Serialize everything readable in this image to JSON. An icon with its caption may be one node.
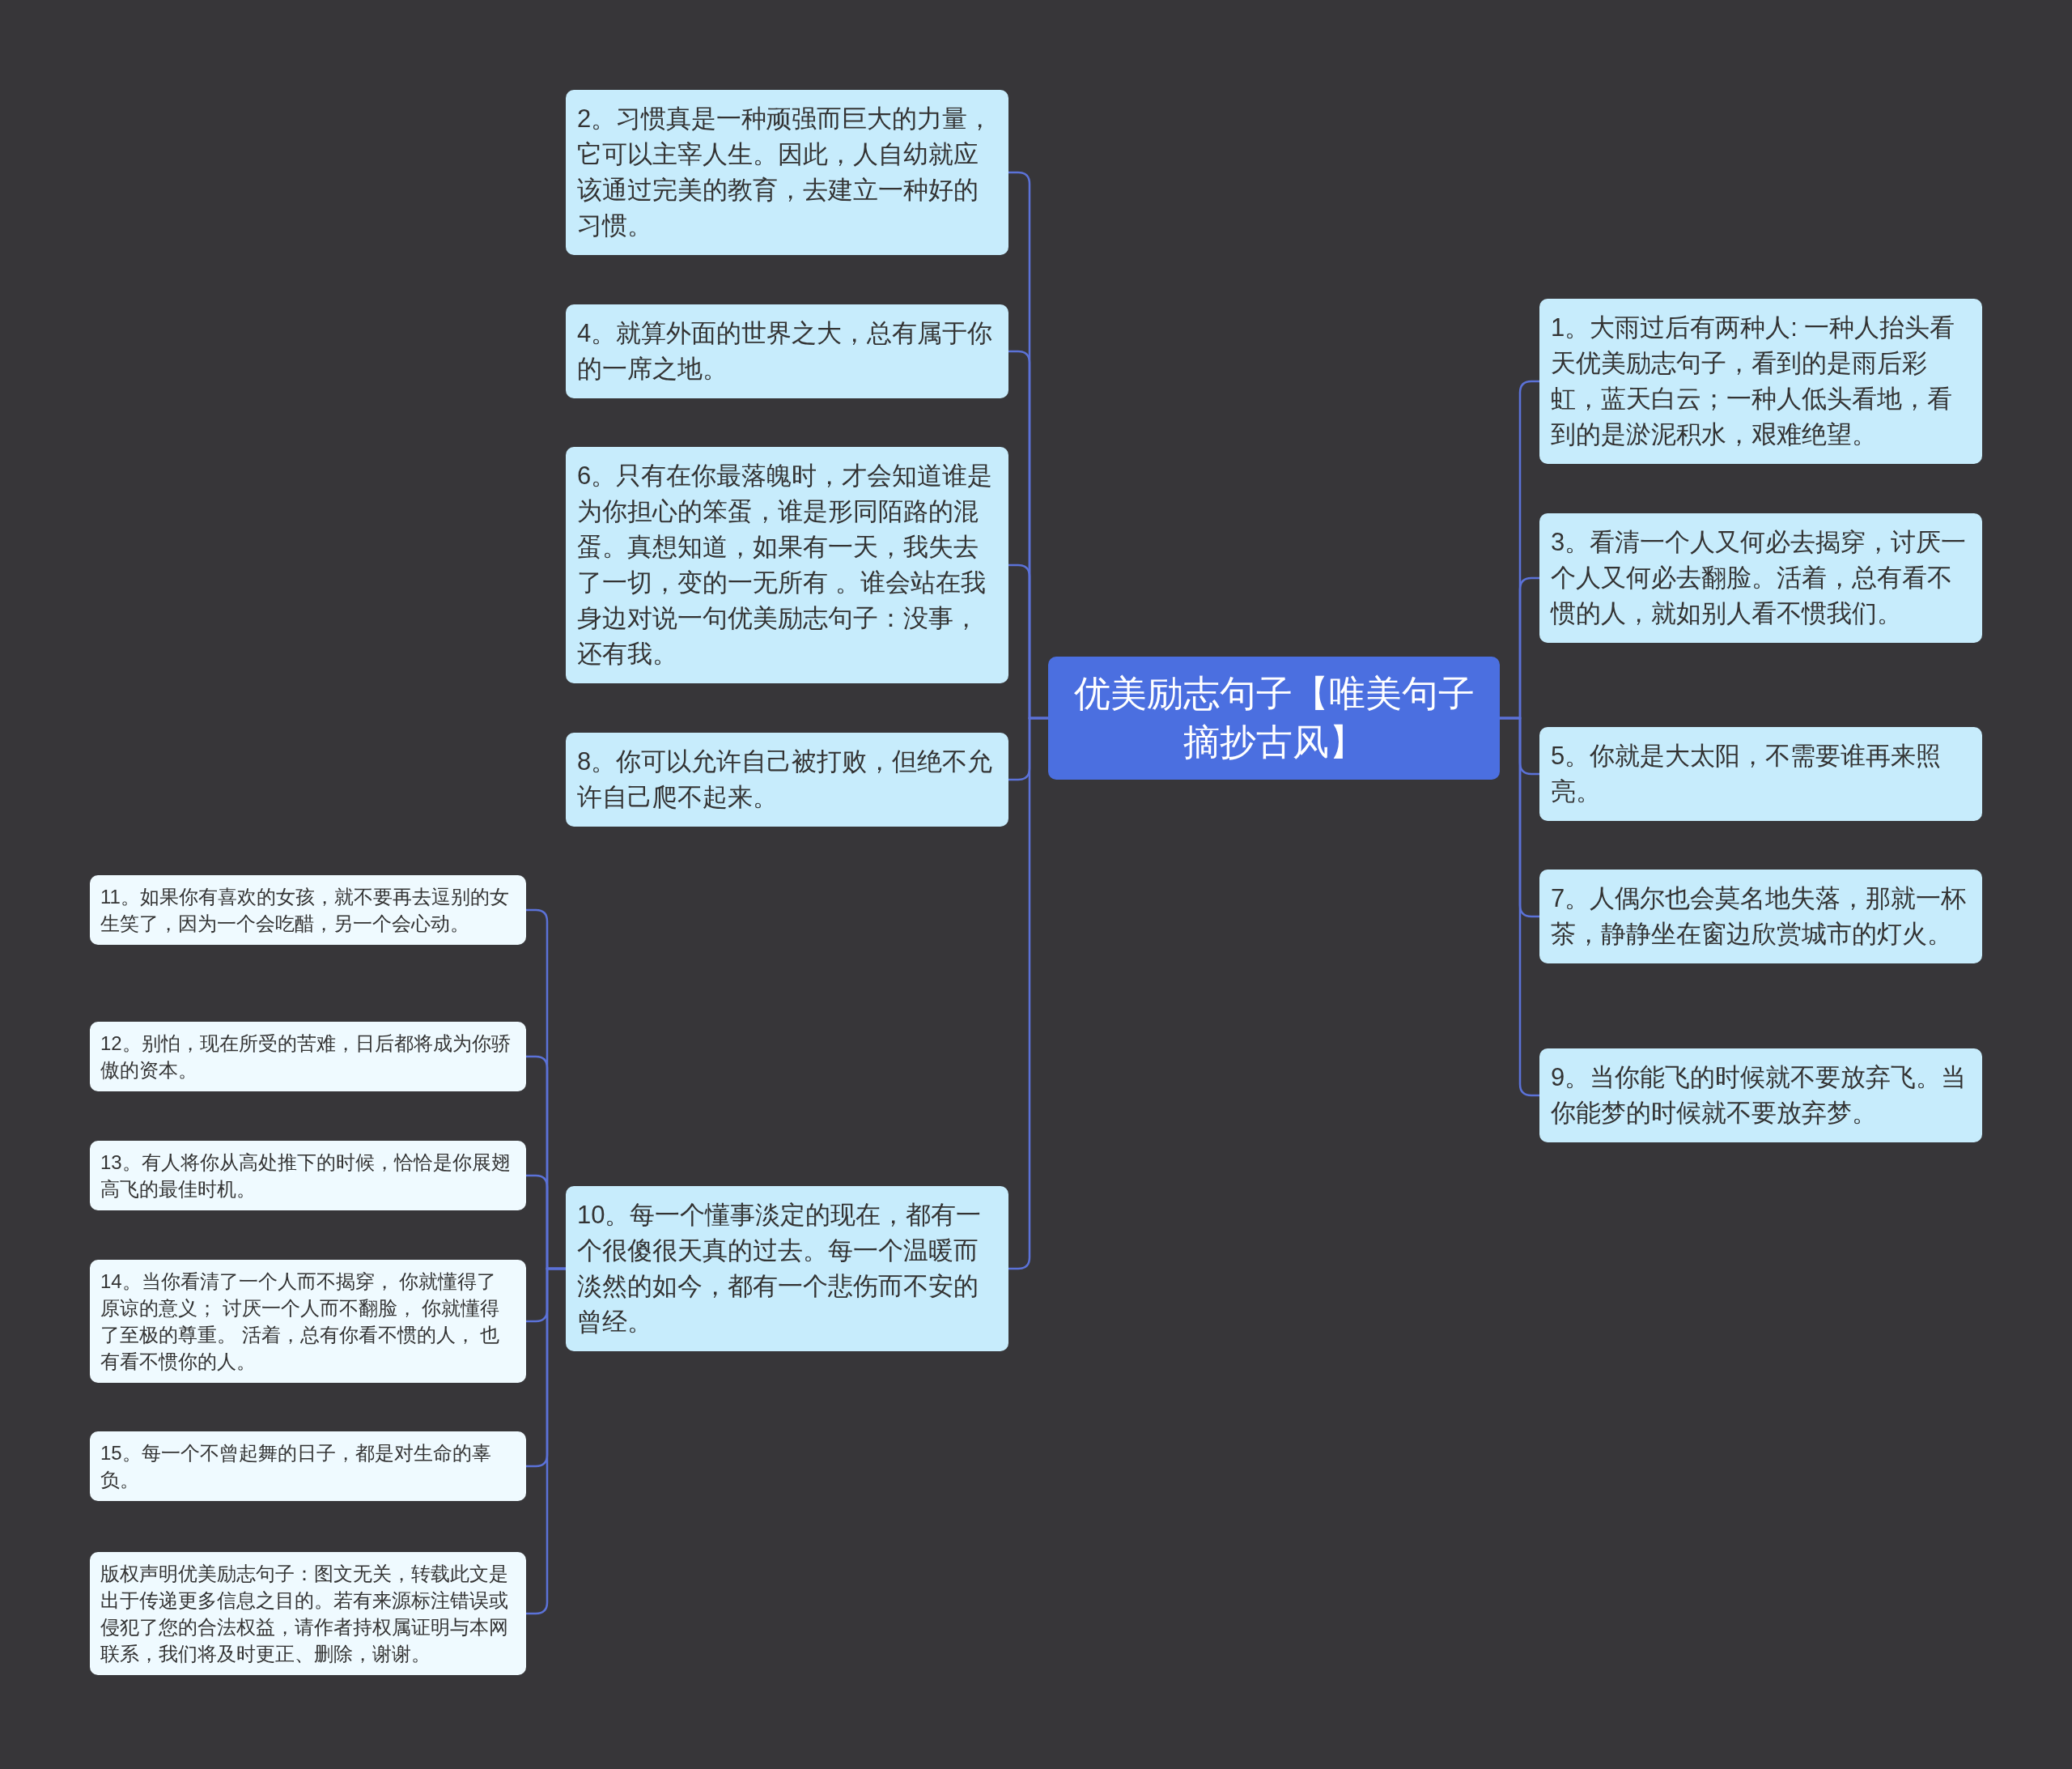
{
  "diagram": {
    "nodes": [
      {
        "text": [
          "优美励志句子【唯美句子摘抄古风】"
        ]
      },
      {
        "text": [
          "2。习惯真是一种顽强而巨大的力量，它可以主宰人生。因此，人自幼就应该通过完美的教育，去建立一种好的习惯。"
        ]
      },
      {
        "text": [
          "4。就算外面的世界之大，总有属于你的一席之地。"
        ]
      },
      {
        "text": [
          "6。只有在你最落魄时，才会知道谁是为你担心的笨蛋，谁是形同陌路的混蛋。真想知道，如果有一天，我失去了一切，变的一无所有 。谁会站在我身边对说一句优美励志句子：没事，还有我。"
        ]
      },
      {
        "text": [
          "8。你可以允许自己被打败，但绝不允许自己爬不起来。"
        ]
      },
      {
        "text": [
          "10。每一个懂事淡定的现在，都有一个很傻很天真的过去。每一个温暖而淡然的如今，都有一个悲伤而不安的曾经。"
        ]
      },
      {
        "text": [
          "11。如果你有喜欢的女孩，就不要再去逗别的女生笑了，因为一个会吃醋，另一个会心动。"
        ]
      },
      {
        "text": [
          "12。别怕，现在所受的苦难，日后都将成为你骄傲的资本。"
        ]
      },
      {
        "text": [
          "13。有人将你从高处推下的时候，恰恰是你展翅高飞的最佳时机。"
        ]
      },
      {
        "text": [
          "14。当你看清了一个人而不揭穿， 你就懂得了原谅的意义； 讨厌一个人而不翻脸， 你就懂得了至极的尊重。 活着，总有你看不惯的人， 也有看不惯你的人。"
        ]
      },
      {
        "text": [
          "15。每一个不曾起舞的日子，都是对生命的辜负。"
        ]
      },
      {
        "text": [
          "版权声明优美励志句子：图文无关，转载此文是出于传递更多信息之目的。若有来源标注错误或侵犯了您的合法权益，请作者持权属证明与本网联系，我们将及时更正、删除，谢谢。"
        ]
      },
      {
        "text": [
          "1。大雨过后有两种人: 一种人抬头看天优美励志句子，看到的是雨后彩虹，蓝天白云；一种人低头看地，看到的是淤泥积水，艰难绝望。"
        ]
      },
      {
        "text": [
          "3。看清一个人又何必去揭穿，讨厌一个人又何必去翻脸。活着，总有看不惯的人，就如别人看不惯我们。"
        ]
      },
      {
        "text": [
          "5。你就是大太阳，不需要谁再来照亮。"
        ]
      },
      {
        "text": [
          "7。人偶尔也会莫名地失落，那就一杯茶，静静坐在窗边欣赏城市的灯火。"
        ]
      },
      {
        "text": [
          "9。当你能飞的时候就不要放弃飞。当你能梦的时候就不要放弃梦。"
        ]
      }
    ],
    "edges": [
      {
        "from": 0,
        "to": 1,
        "arrow": "none"
      },
      {
        "from": 0,
        "to": 2,
        "arrow": "none"
      },
      {
        "from": 0,
        "to": 3,
        "arrow": "none"
      },
      {
        "from": 0,
        "to": 4,
        "arrow": "none"
      },
      {
        "from": 0,
        "to": 5,
        "arrow": "none"
      },
      {
        "from": 5,
        "to": 6,
        "arrow": "none"
      },
      {
        "from": 5,
        "to": 7,
        "arrow": "none"
      },
      {
        "from": 5,
        "to": 8,
        "arrow": "none"
      },
      {
        "from": 5,
        "to": 9,
        "arrow": "none"
      },
      {
        "from": 5,
        "to": 10,
        "arrow": "none"
      },
      {
        "from": 5,
        "to": 11,
        "arrow": "none"
      },
      {
        "from": 0,
        "to": 12,
        "arrow": "none"
      },
      {
        "from": 0,
        "to": 13,
        "arrow": "none"
      },
      {
        "from": 0,
        "to": 14,
        "arrow": "none"
      },
      {
        "from": 0,
        "to": 15,
        "arrow": "none"
      },
      {
        "from": 0,
        "to": 16,
        "arrow": "none"
      }
    ]
  }
}
